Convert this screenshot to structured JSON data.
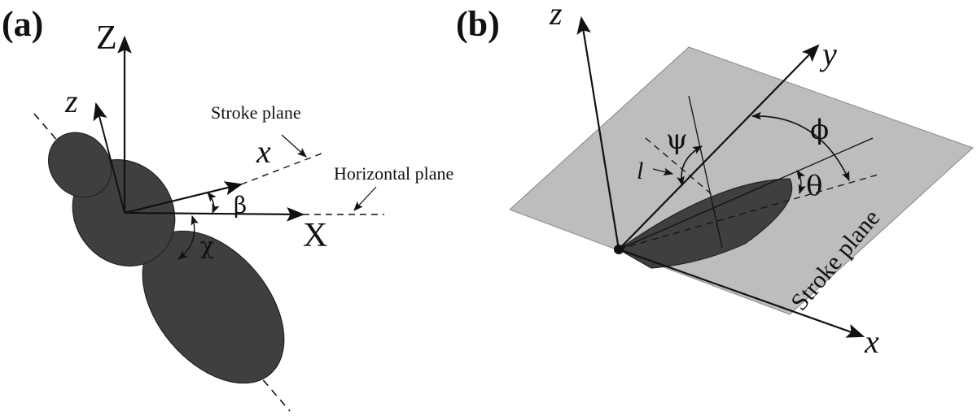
{
  "panel_a": {
    "label": "(a)",
    "axis_Z": "Z",
    "axis_z": "z",
    "axis_X": "X",
    "axis_x": "x",
    "angle_beta": "β",
    "angle_chi": "χ",
    "stroke_plane_label": "Stroke plane",
    "horizontal_plane_label": "Horizontal plane"
  },
  "panel_b": {
    "label": "(b)",
    "axis_z": "z",
    "axis_y": "y",
    "axis_x": "x",
    "angle_psi": "ψ",
    "angle_phi": "ϕ",
    "angle_theta": "θ",
    "label_l": "l",
    "stroke_plane_label": "Stroke plane"
  },
  "colors": {
    "body": "#3f3f3f",
    "plane": "#bdbdbd",
    "line": "#111111"
  }
}
